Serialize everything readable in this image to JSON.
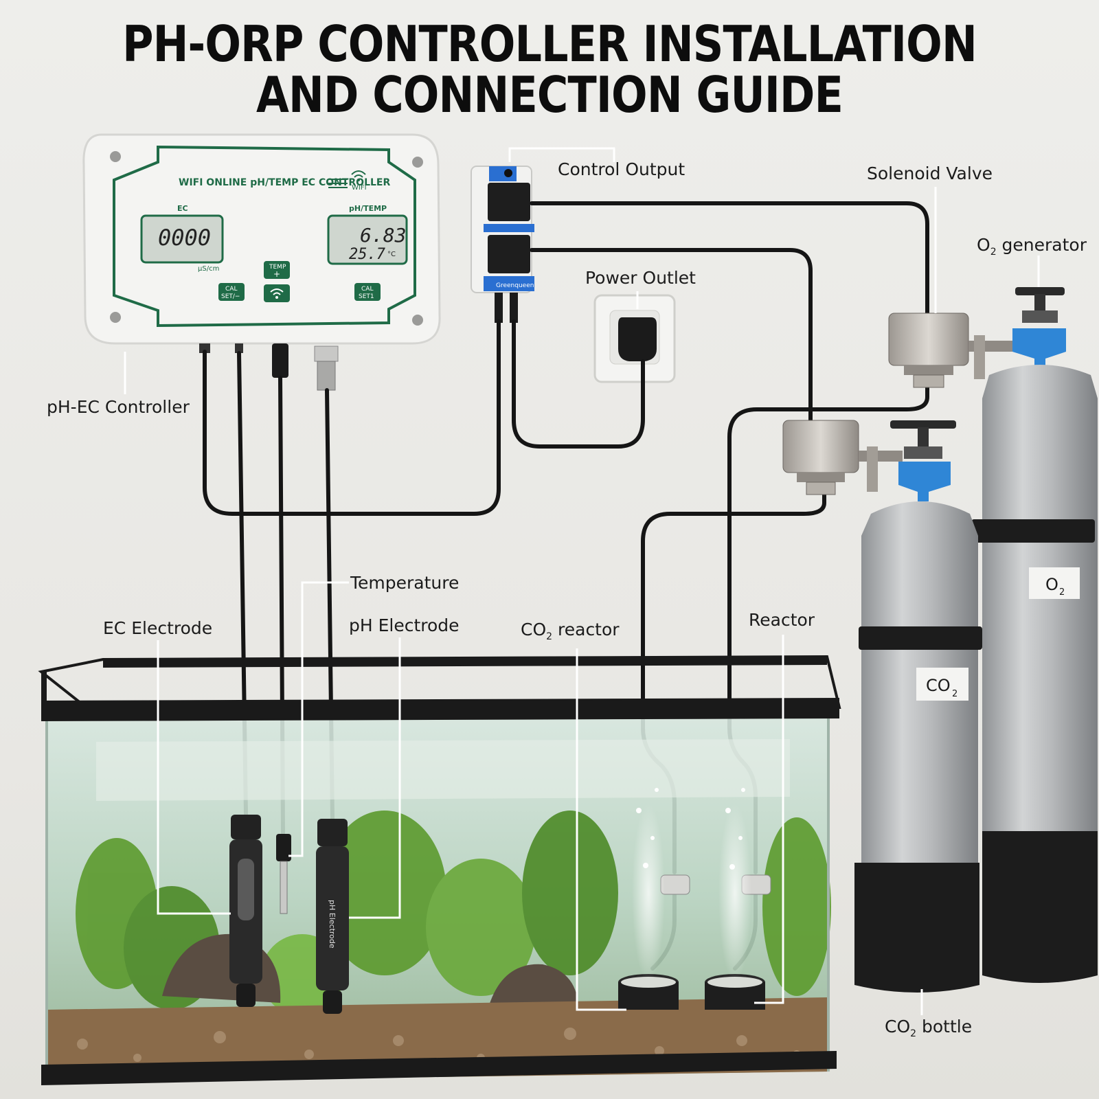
{
  "title": {
    "line1": "PH-ORP CONTROLLER INSTALLATION",
    "line2": "AND CONNECTION GUIDE"
  },
  "controller": {
    "model": "WIFI ONLINE pH/TEMP EC CONTROLLER",
    "wifi_label": "WIFI",
    "ec_label": "EC",
    "ec_reading": "0000",
    "ec_unit": "μS/cm",
    "ph_label": "pH/TEMP",
    "ph_reading": "6.83",
    "temp_reading": "25.7",
    "temp_unit": "°C",
    "btn_temp_top": "TEMP",
    "btn_temp_bottom": "+",
    "btn_cal_left_top": "CAL",
    "btn_cal_left_bottom": "SET/−",
    "btn_cal_right_top": "CAL",
    "btn_cal_right_bottom": "SET1"
  },
  "outlet_box": {
    "brand": "Greenqueen"
  },
  "tank_labels": {
    "co2": "CO",
    "co2_sub": "2",
    "o2": "O",
    "o2_sub": "2"
  },
  "probe_text": {
    "ph": "pH Electrode"
  },
  "labels": {
    "control_output": "Control Output",
    "solenoid_valve": "Solenoid Valve",
    "o2_generator_main": "O",
    "o2_generator_sub": "2",
    "o2_generator_rest": " generator",
    "power_outlet": "Power Outlet",
    "ph_ec_controller": "pH-EC Controller",
    "temperature": "Temperature",
    "ec_electrode": "EC Electrode",
    "ph_electrode": "pH Electrode",
    "co2_reactor_main": "CO",
    "co2_reactor_sub": "2",
    "co2_reactor_rest": " reactor",
    "reactor": "Reactor",
    "co2_bottle_main": "CO",
    "co2_bottle_sub": "2",
    "co2_bottle_rest": " bottle"
  },
  "colors": {
    "controller_body": "#f4f4f2",
    "controller_trim": "#1f6b47",
    "lcd": "#cfd6cf",
    "outlet_accent": "#2a6fd1",
    "cylinder": "#b9bcbe",
    "cylinder_base": "#1c1c1c",
    "valve_blue": "#2f86d6",
    "cable": "#151515",
    "water": "#bfd9c9",
    "plants": "#5c9a2e"
  }
}
